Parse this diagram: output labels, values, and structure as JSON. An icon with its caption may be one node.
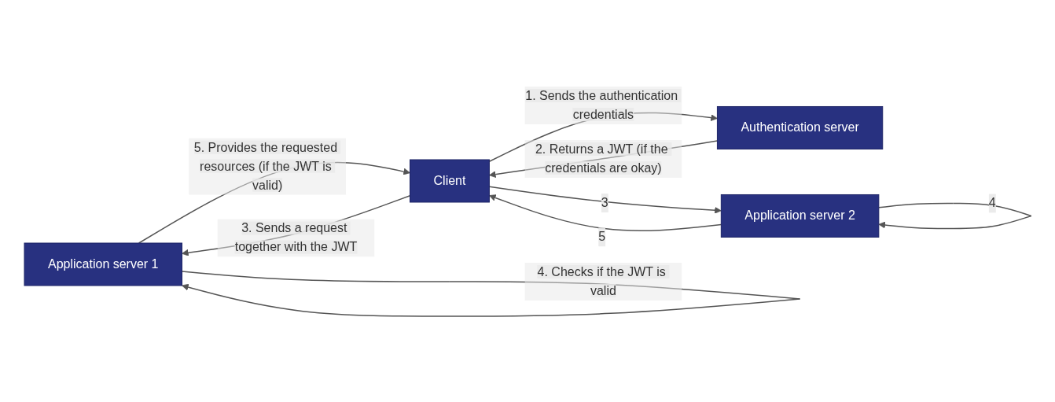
{
  "diagram": {
    "nodes": [
      {
        "text": [
          "Application server 1"
        ]
      },
      {
        "text": [
          "Client"
        ]
      },
      {
        "text": [
          "Authentication server"
        ]
      },
      {
        "text": [
          "Application server 2"
        ]
      }
    ],
    "edges": [
      {
        "from": 1,
        "to": 2,
        "arrow": "to",
        "label": "1. Sends the authentication credentials"
      },
      {
        "from": 2,
        "to": 1,
        "arrow": "to",
        "label": "2. Returns a JWT (if the credentials are okay)"
      },
      {
        "from": 1,
        "to": 0,
        "arrow": "to",
        "label": "3. Sends a request together with the JWT"
      },
      {
        "from": 0,
        "to": 0,
        "arrow": "to",
        "label": "4. Checks if the JWT is valid"
      },
      {
        "from": 0,
        "to": 1,
        "arrow": "to",
        "label": "5. Provides the requested resources (if the JWT is valid)"
      },
      {
        "from": 1,
        "to": 3,
        "arrow": "to",
        "label": "3"
      },
      {
        "from": 3,
        "to": 3,
        "arrow": "to",
        "label": "4"
      },
      {
        "from": 3,
        "to": 1,
        "arrow": "to",
        "label": "5"
      }
    ]
  }
}
